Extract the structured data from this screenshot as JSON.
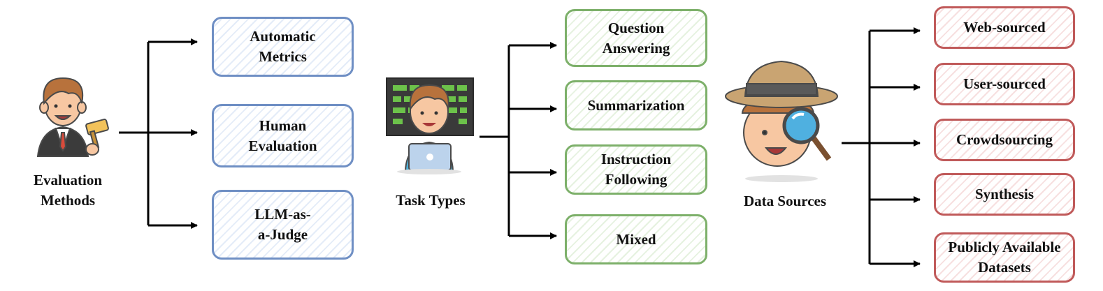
{
  "evaluation": {
    "caption": "Evaluation\nMethods",
    "items": [
      "Automatic\nMetrics",
      "Human\nEvaluation",
      "LLM-as-\na-Judge"
    ]
  },
  "tasks": {
    "caption": "Task Types",
    "items": [
      "Question\nAnswering",
      "Summarization",
      "Instruction\nFollowing",
      "Mixed"
    ]
  },
  "sources": {
    "caption": "Data Sources",
    "items": [
      "Web-sourced",
      "User-sourced",
      "Crowdsourcing",
      "Synthesis",
      "Publicly Available\nDatasets"
    ]
  },
  "icons": [
    "judge-avatar-icon",
    "programmer-avatar-icon",
    "detective-avatar-icon"
  ],
  "colors": {
    "blue": "#6f8fc4",
    "green": "#7db06a",
    "red": "#c05a5a"
  }
}
